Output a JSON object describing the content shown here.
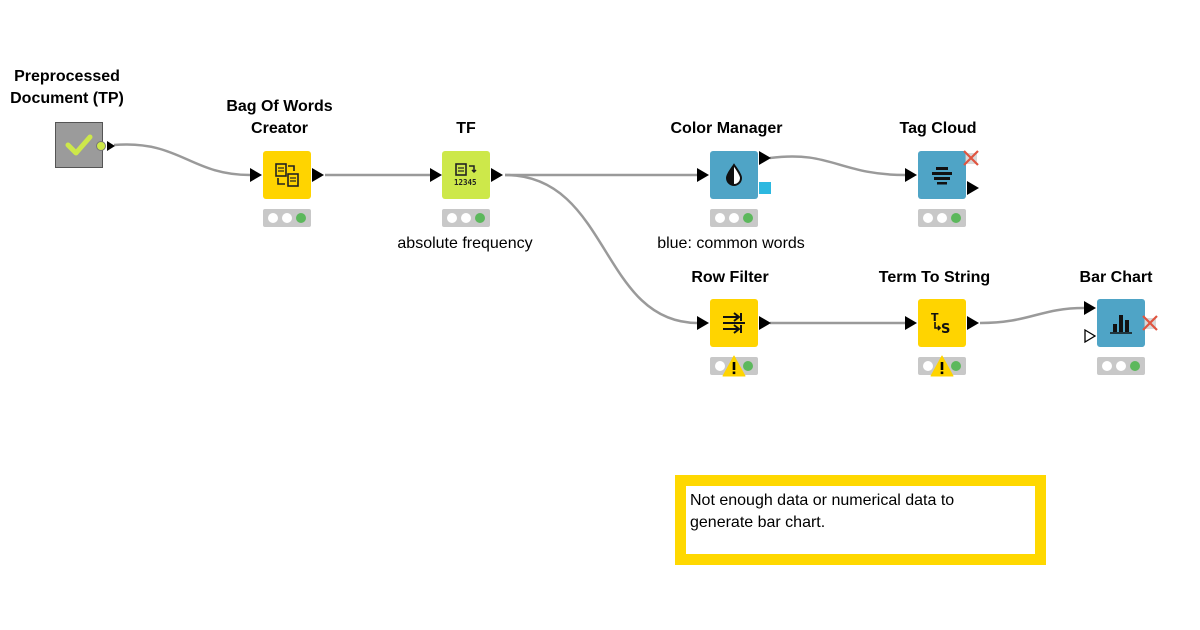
{
  "nodes": {
    "preprocessed": {
      "title_line1": "Preprocessed",
      "title_line2": "Document (TP)",
      "color": "#9b9b9b"
    },
    "bag_of_words": {
      "title_line1": "Bag Of Words",
      "title_line2": "Creator",
      "color": "#ffd400"
    },
    "tf": {
      "title": "TF",
      "annotation": "absolute frequency",
      "color": "#cde84a"
    },
    "color_manager": {
      "title": "Color Manager",
      "annotation": "blue: common words",
      "color": "#4fa4c6"
    },
    "tag_cloud": {
      "title": "Tag Cloud",
      "color": "#4fa4c6"
    },
    "row_filter": {
      "title": "Row Filter",
      "color": "#ffd400"
    },
    "term_to_string": {
      "title": "Term To String",
      "color": "#ffd400"
    },
    "bar_chart": {
      "title": "Bar Chart",
      "color": "#4fa4c6"
    }
  },
  "annotation": {
    "text": "Not enough data or numerical data to\ngenerate bar chart.",
    "border_color": "#ffd800"
  },
  "colors": {
    "wire": "#9a9a9a",
    "status_green": "#5cb85c",
    "warning": "#ffd400"
  }
}
